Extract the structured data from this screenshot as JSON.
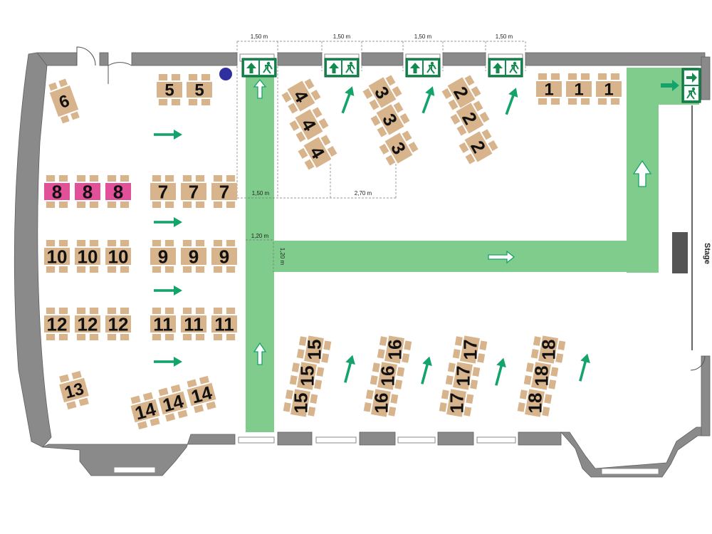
{
  "colors": {
    "wall": "#8a8a8a",
    "floor": "#ffffff",
    "escape_route": "#7fcc8c",
    "arrow": "#14a36b",
    "table": "#d8b48c",
    "table_highlight": "#e2509a",
    "exit_sign": "#138a4e",
    "fire_marker": "#2f2fa0"
  },
  "icons": [
    "exit-sign-icon",
    "running-man-icon",
    "direction-arrow-icon",
    "fire-extinguisher-icon"
  ],
  "stage_label": "Stage",
  "dimensions": {
    "top": [
      "1,50 m",
      "1,50 m",
      "1,50 m",
      "1,50 m"
    ],
    "bottom_left": "1,50 m",
    "bottom_right": "2,70 m",
    "corridor_width": "1,20 m",
    "corridor_height": "1,20 m"
  },
  "tables": [
    {
      "id": "t1a",
      "label": "1"
    },
    {
      "id": "t1b",
      "label": "1"
    },
    {
      "id": "t1c",
      "label": "1"
    },
    {
      "id": "t2a",
      "label": "2"
    },
    {
      "id": "t2b",
      "label": "2"
    },
    {
      "id": "t2c",
      "label": "2"
    },
    {
      "id": "t3a",
      "label": "3"
    },
    {
      "id": "t3b",
      "label": "3"
    },
    {
      "id": "t3c",
      "label": "3"
    },
    {
      "id": "t4a",
      "label": "4"
    },
    {
      "id": "t4b",
      "label": "4"
    },
    {
      "id": "t4c",
      "label": "4"
    },
    {
      "id": "t5a",
      "label": "5"
    },
    {
      "id": "t5b",
      "label": "5"
    },
    {
      "id": "t6",
      "label": "6"
    },
    {
      "id": "t7a",
      "label": "7"
    },
    {
      "id": "t7b",
      "label": "7"
    },
    {
      "id": "t7c",
      "label": "7"
    },
    {
      "id": "t8a",
      "label": "8"
    },
    {
      "id": "t8b",
      "label": "8"
    },
    {
      "id": "t8c",
      "label": "8"
    },
    {
      "id": "t9a",
      "label": "9"
    },
    {
      "id": "t9b",
      "label": "9"
    },
    {
      "id": "t9c",
      "label": "9"
    },
    {
      "id": "t10a",
      "label": "10"
    },
    {
      "id": "t10b",
      "label": "10"
    },
    {
      "id": "t10c",
      "label": "10"
    },
    {
      "id": "t11a",
      "label": "11"
    },
    {
      "id": "t11b",
      "label": "11"
    },
    {
      "id": "t11c",
      "label": "11"
    },
    {
      "id": "t12a",
      "label": "12"
    },
    {
      "id": "t12b",
      "label": "12"
    },
    {
      "id": "t12c",
      "label": "12"
    },
    {
      "id": "t13",
      "label": "13"
    },
    {
      "id": "t14a",
      "label": "14"
    },
    {
      "id": "t14b",
      "label": "14"
    },
    {
      "id": "t14c",
      "label": "14"
    },
    {
      "id": "t15a",
      "label": "15"
    },
    {
      "id": "t15b",
      "label": "15"
    },
    {
      "id": "t15c",
      "label": "15"
    },
    {
      "id": "t16a",
      "label": "16"
    },
    {
      "id": "t16b",
      "label": "16"
    },
    {
      "id": "t16c",
      "label": "16"
    },
    {
      "id": "t17a",
      "label": "17"
    },
    {
      "id": "t17b",
      "label": "17"
    },
    {
      "id": "t17c",
      "label": "17"
    },
    {
      "id": "t18a",
      "label": "18"
    },
    {
      "id": "t18b",
      "label": "18"
    },
    {
      "id": "t18c",
      "label": "18"
    }
  ]
}
